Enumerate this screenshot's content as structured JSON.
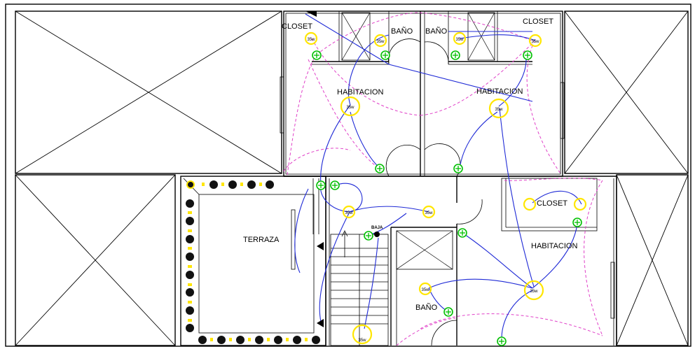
{
  "rooms": {
    "closet_left": "CLOSET",
    "closet_right": "CLOSET",
    "closet_mid": "CLOSET",
    "bano_1": "BAÑO",
    "bano_2": "BAÑO",
    "bano_3": "BAÑO",
    "habitacion_left": "HABITACION",
    "habitacion_right": "HABITACION",
    "habitacion_lower": "HABITACION",
    "terraza": "TERRAZA"
  },
  "annotations": {
    "stair_label": "BAJA"
  },
  "fixtures": {
    "lamp_watt": "35w"
  },
  "colors": {
    "wall": "#000000",
    "wire_primary": "#1f2ad6",
    "wire_secondary": "#e040c8",
    "lamp": "#ffe600",
    "switch": "#00c000",
    "planter": "#ffe600"
  }
}
